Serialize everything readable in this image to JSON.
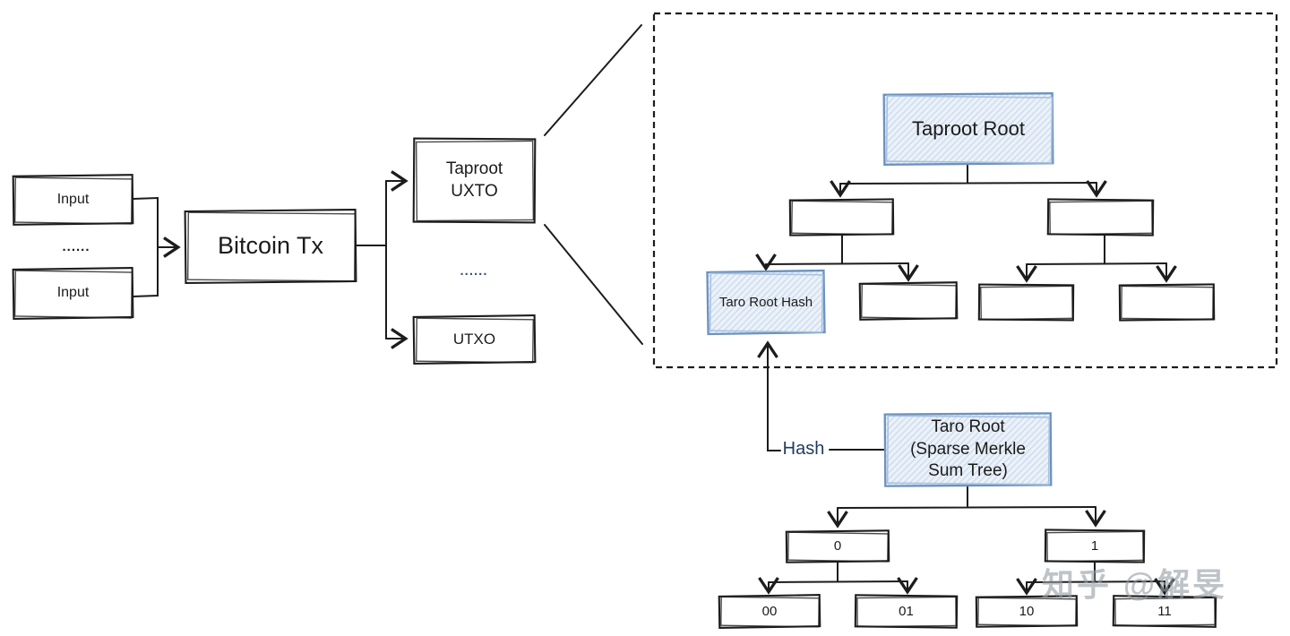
{
  "diagram": {
    "left_flow": {
      "input_top": "Input",
      "inputs_ellipsis": "......",
      "input_bottom": "Input",
      "bitcoin_tx": "Bitcoin Tx",
      "taproot_uxto_line1": "Taproot",
      "taproot_uxto_line2": "UXTO",
      "outputs_ellipsis": "......",
      "utxo": "UTXO"
    },
    "taproot_tree": {
      "root": "Taproot Root",
      "taro_root_hash": "Taro Root Hash"
    },
    "taro_tree": {
      "hash_edge_label": "Hash",
      "root_line1": "Taro Root",
      "root_line2": "(Sparse Merkle",
      "root_line3": "Sum Tree)",
      "node_0": "0",
      "node_1": "1",
      "node_00": "00",
      "node_01": "01",
      "node_10": "10",
      "node_11": "11"
    },
    "watermark": "知乎 @解旻",
    "colors": {
      "line": "#1c1c1c",
      "highlight_border": "#6b92c0",
      "highlight_fill": "#ecf2f9",
      "hash_label_text": "#1e3a5f",
      "watermark_text": "#969ea7"
    }
  }
}
